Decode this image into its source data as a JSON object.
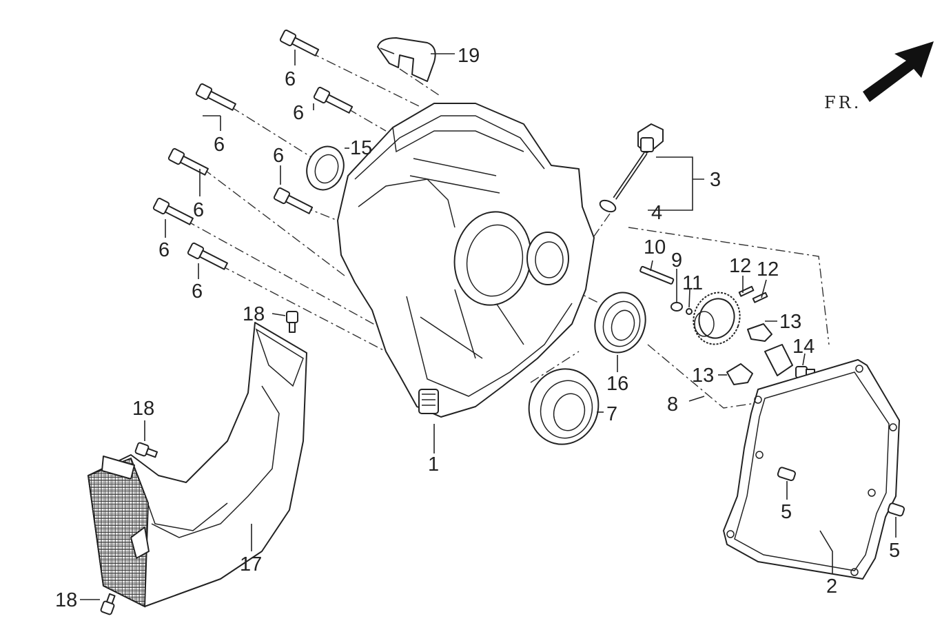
{
  "direction_label": "FR.",
  "callouts": {
    "c1": "1",
    "c2": "2",
    "c3": "3",
    "c4": "4",
    "c5a": "5",
    "c5b": "5",
    "c6a": "6",
    "c6b": "6",
    "c6c": "6",
    "c6d": "6",
    "c6e": "6",
    "c6f": "6",
    "c6g": "6",
    "c7": "7",
    "c8": "8",
    "c9": "9",
    "c10": "10",
    "c11": "11",
    "c12a": "12",
    "c12b": "12",
    "c13a": "13",
    "c13b": "13",
    "c14": "14",
    "c15": "15",
    "c16": "16",
    "c17": "17",
    "c18a": "18",
    "c18b": "18",
    "c18c": "18",
    "c19": "19"
  }
}
